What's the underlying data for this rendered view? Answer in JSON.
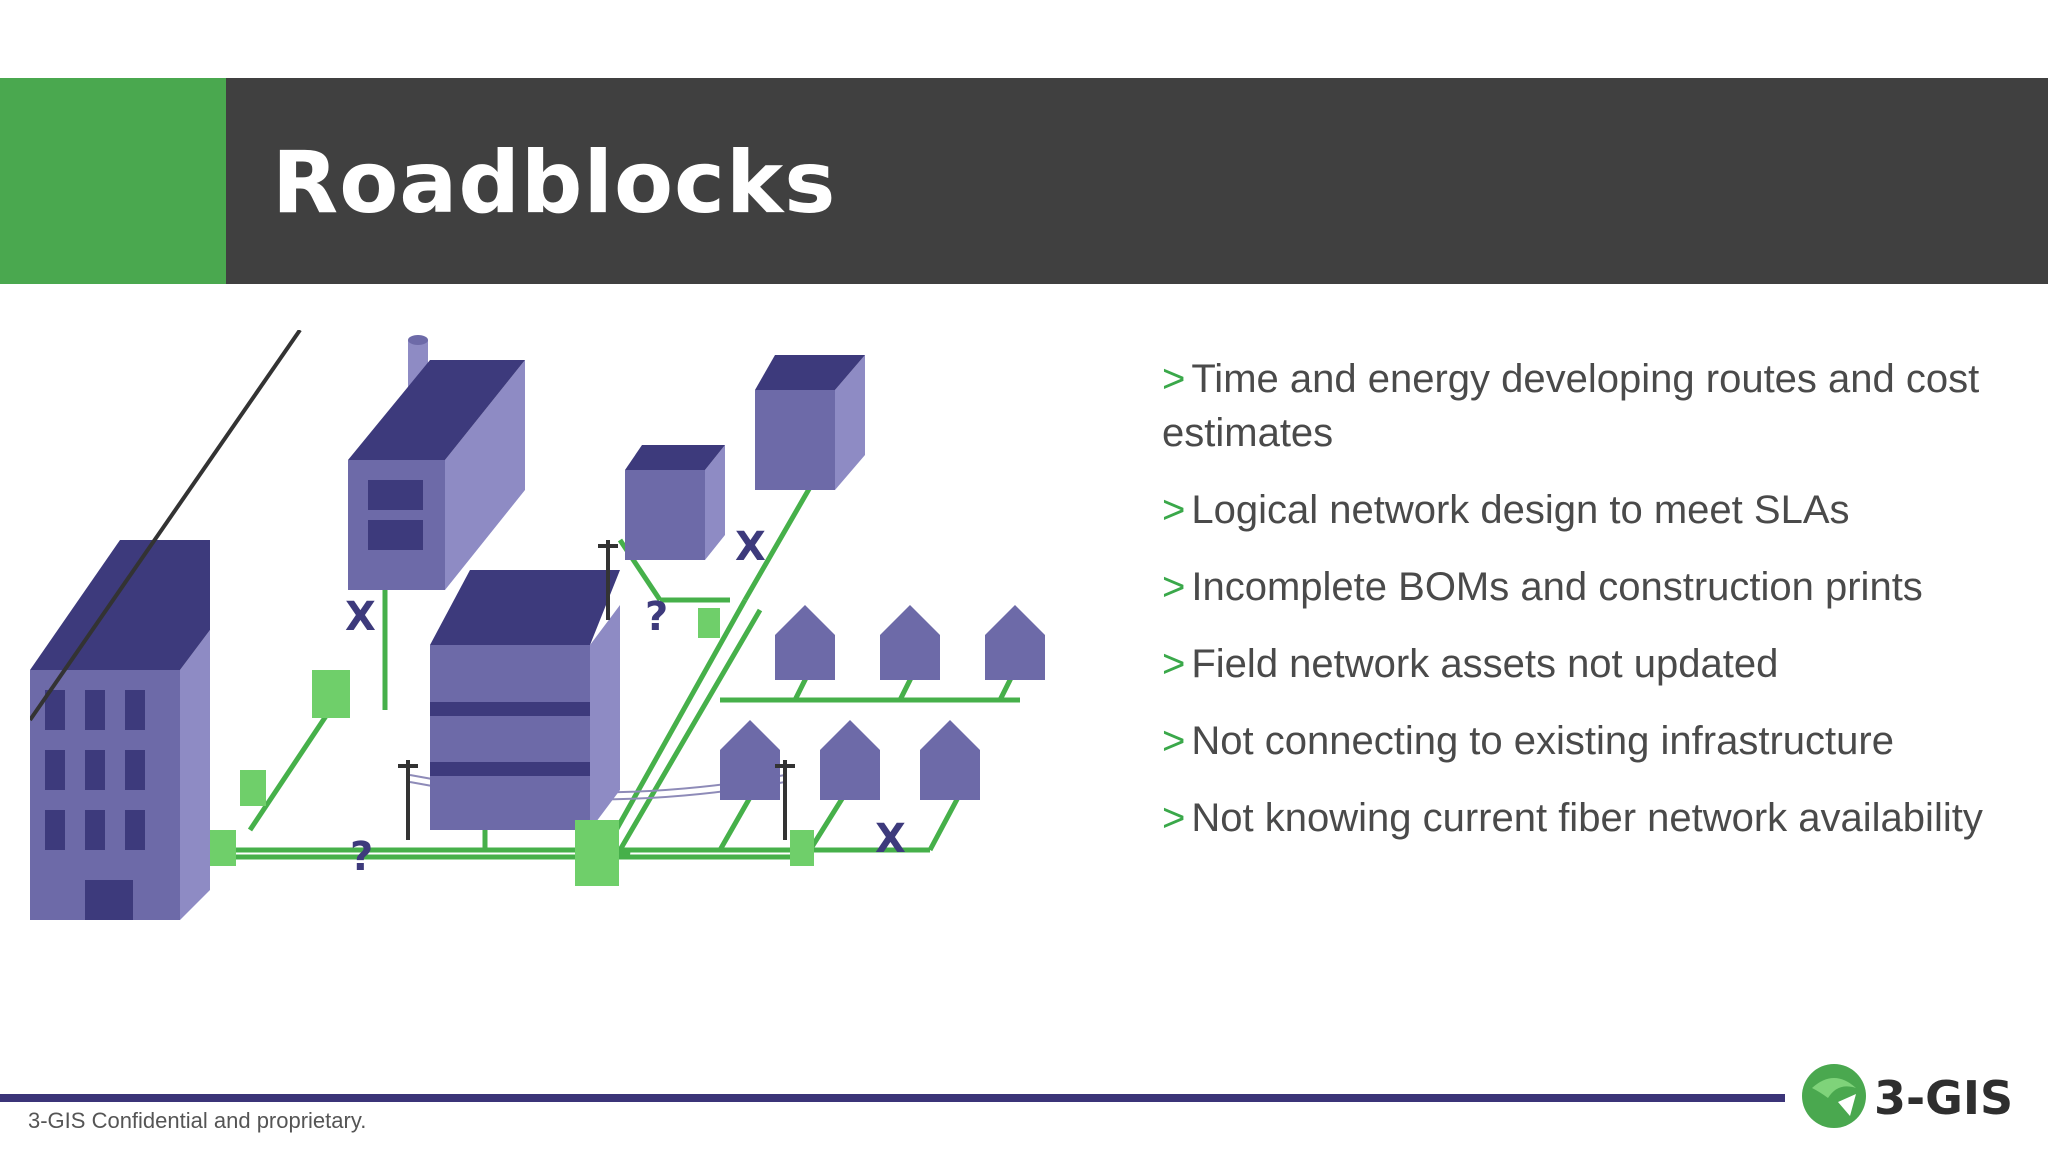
{
  "slide": {
    "title": "Roadblocks",
    "bullet_marker": ">",
    "bullets": [
      "Time and energy developing routes and cost estimates",
      "Logical network design to meet SLAs",
      "Incomplete BOMs and construction prints",
      "Field network assets not updated",
      "Not connecting to existing infrastructure",
      "Not knowing current fiber network availability"
    ]
  },
  "illustration": {
    "marks": {
      "x": "X",
      "question": "?"
    }
  },
  "footer": {
    "confidential": "3-GIS Confidential and proprietary.",
    "logo_text": "3-GIS"
  },
  "colors": {
    "green": "#4aa84f",
    "header_dark": "#404040",
    "building_purple": "#3d3a7c",
    "building_light": "#6d6aa8",
    "fiber_green": "#46b04a",
    "footer_line": "#3b3478"
  }
}
